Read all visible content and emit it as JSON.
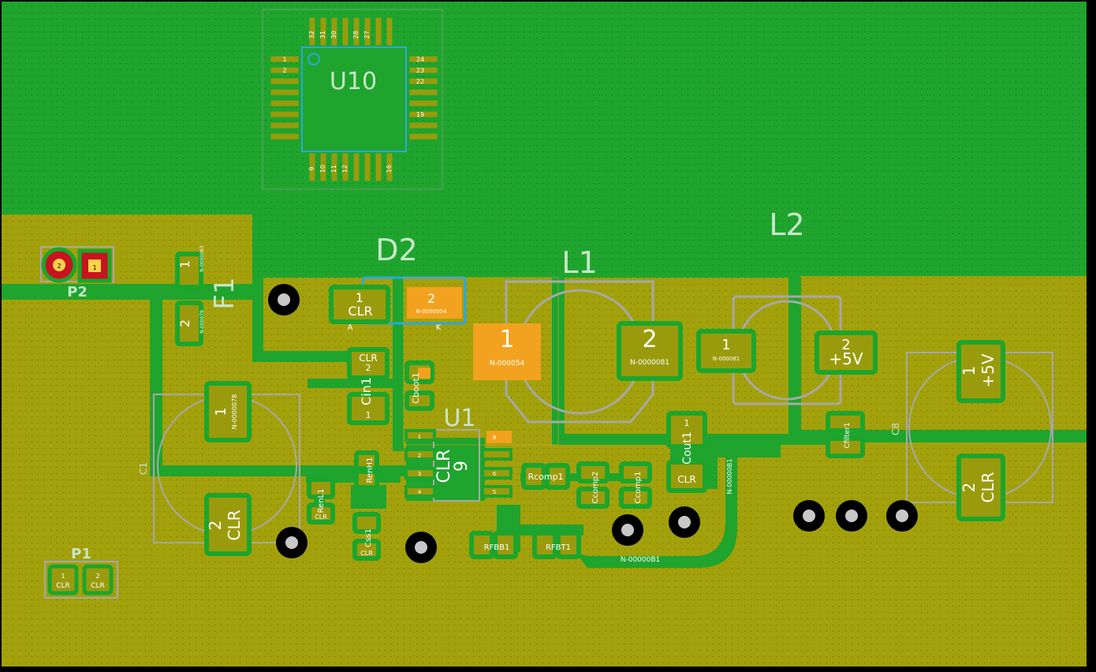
{
  "colors": {
    "background": "#000000",
    "copper_top": "#1fa42e",
    "copper_fill": "#a2a10c",
    "pad_green": "#1ca52c",
    "pad_inner": "#9a9b0c",
    "silkscreen": "#a8a8a8",
    "reference_text": "#c8e6c8",
    "highlight_pad": "#f2a21e",
    "via_outer": "#000000",
    "via_inner": "#c8c8c8",
    "courtyard": "#2aa8e0",
    "red_pad": "#c8141e"
  },
  "refs": {
    "u10": "U10",
    "d2": "D2",
    "l1": "L1",
    "l2": "L2",
    "f1": "F1",
    "u1": "U1",
    "p1": "P1",
    "p2": "P2",
    "c1": "C1",
    "c8": "C8"
  },
  "u10_pins": {
    "top": [
      "32",
      "31",
      "30",
      "28",
      "27"
    ],
    "left": [
      "1",
      "2"
    ],
    "right": [
      "24",
      "23",
      "22",
      "19"
    ],
    "bottom": [
      "9",
      "10",
      "11",
      "12",
      "16"
    ]
  },
  "labels": {
    "clr": "CLR",
    "plus5v": "+5V",
    "n54": "N-0000054",
    "n54b": "N-000054",
    "n81": "N-0000081",
    "n81b": "N-000081",
    "n78": "N-0000078",
    "n63": "N-0000063",
    "n79": "N-000079",
    "nb1": "N-00000B1",
    "nb1v": "N-00000B1",
    "pin1": "1",
    "pin2": "2",
    "pin3": "3",
    "pin4": "4",
    "pin5": "5",
    "pin6": "6",
    "pin8": "8",
    "pin9": "9",
    "anode": "A",
    "cathode": "K",
    "cin1": "Cin1",
    "cboot1": "Cboot1",
    "renh1": "RenH1",
    "renl1": "RenL1",
    "css1": "Css1",
    "rcomp1": "Rcomp1",
    "ccomp2": "Ccomp2",
    "ccomp1": "Ccomp1",
    "cout1": "Cout1",
    "rfbb1": "RFBB1",
    "rfbt1": "RFBT1",
    "cfilter1": "Cfilter1"
  }
}
